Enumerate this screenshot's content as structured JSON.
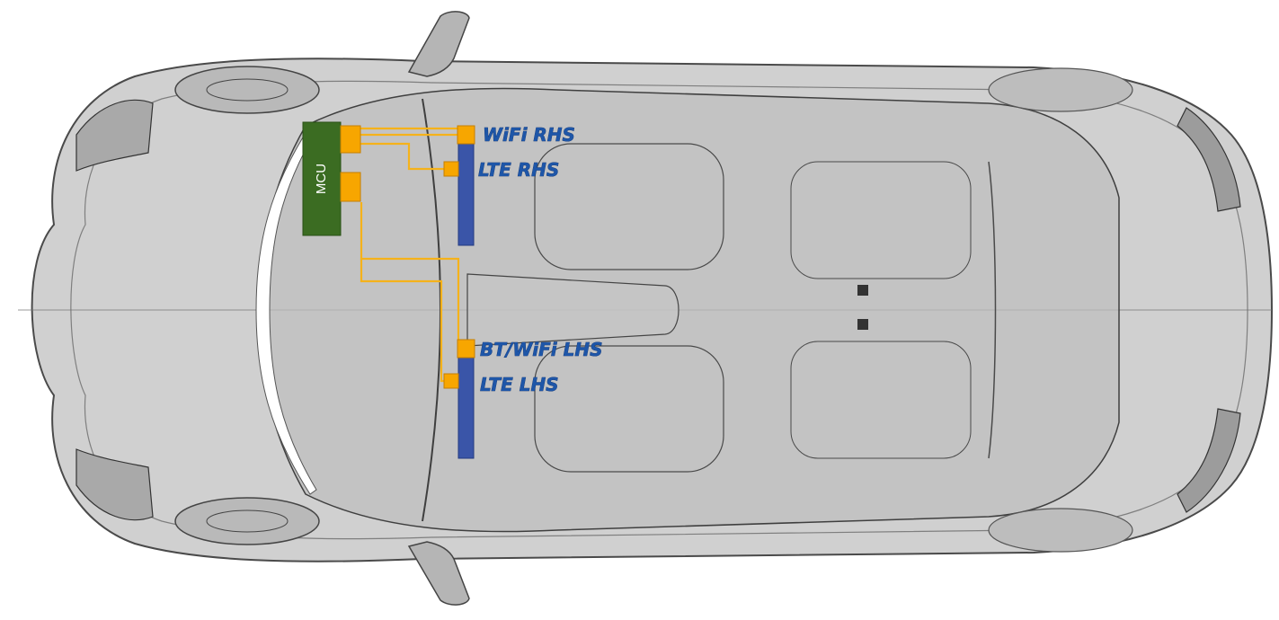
{
  "diagram": {
    "mcu_label": "MCU",
    "antennas": [
      {
        "id": "wifi-rhs",
        "label": "WiFi RHS"
      },
      {
        "id": "lte-rhs",
        "label": "LTE RHS"
      },
      {
        "id": "bt-wifi-lhs",
        "label": "BT/WiFi LHS"
      },
      {
        "id": "lte-lhs",
        "label": "LTE LHS"
      }
    ]
  },
  "colors": {
    "mcu": "#3b6c22",
    "connector": "#f7a600",
    "antenna_bar": "#3a55a8",
    "wire": "#f5b21a",
    "label": "#1e56a8",
    "car_body": "#c9c9c9",
    "car_outline": "#555555"
  }
}
